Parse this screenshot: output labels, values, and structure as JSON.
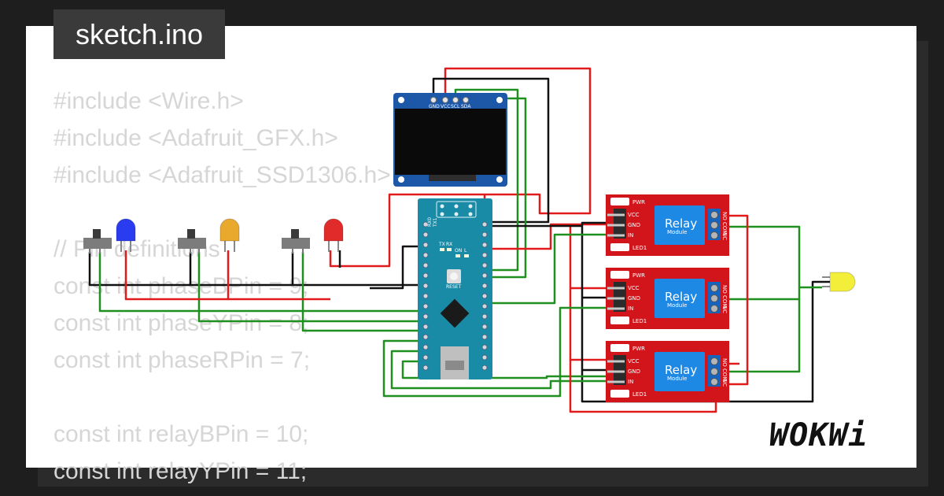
{
  "title": "sketch.ino",
  "brand": "WOKWi",
  "code_lines": [
    "#include <Wire.h>",
    "#include <Adafruit_GFX.h>",
    "#include <Adafruit_SSD1306.h>",
    "",
    "// Pin definitions",
    "const int phaseBPin = 9;",
    "const int phaseYPin = 8;",
    "const int phaseRPin = 7;",
    "",
    "const int relayBPin = 10;",
    "const int relayYPin = 11;"
  ],
  "oled": {
    "pins": [
      "GND",
      "VCC",
      "SCL",
      "SDA"
    ]
  },
  "arduino": {
    "top_labels": [
      "RX0",
      "TX1"
    ],
    "status_labels": [
      "TX",
      "RX",
      "ON",
      "L"
    ],
    "reset_label": "RESET"
  },
  "relays": [
    {
      "title": "Relay",
      "subtitle": "Module",
      "pins": [
        "VCC",
        "GND",
        "IN"
      ],
      "pwr": "PWR",
      "led": "LED1",
      "terminals": [
        "NO",
        "COM",
        "NC"
      ]
    },
    {
      "title": "Relay",
      "subtitle": "Module",
      "pins": [
        "VCC",
        "GND",
        "IN"
      ],
      "pwr": "PWR",
      "led": "LED1",
      "terminals": [
        "NO",
        "COM",
        "NC"
      ]
    },
    {
      "title": "Relay",
      "subtitle": "Module",
      "pins": [
        "VCC",
        "GND",
        "IN"
      ],
      "pwr": "PWR",
      "led": "LED1",
      "terminals": [
        "NO",
        "COM",
        "NC"
      ]
    }
  ],
  "leds": [
    {
      "name": "blue",
      "color": "#2a3cf0"
    },
    {
      "name": "yellow",
      "color": "#e8a92c"
    },
    {
      "name": "red",
      "color": "#e12a2a"
    },
    {
      "name": "output",
      "color": "#f2ee3a"
    }
  ],
  "colors": {
    "wire_red": "#e11b1b",
    "wire_black": "#111111",
    "wire_green": "#1f8f1f",
    "relay_board": "#d2151b",
    "arduino_board": "#1a8ba6",
    "oled_board": "#1c57a8"
  }
}
